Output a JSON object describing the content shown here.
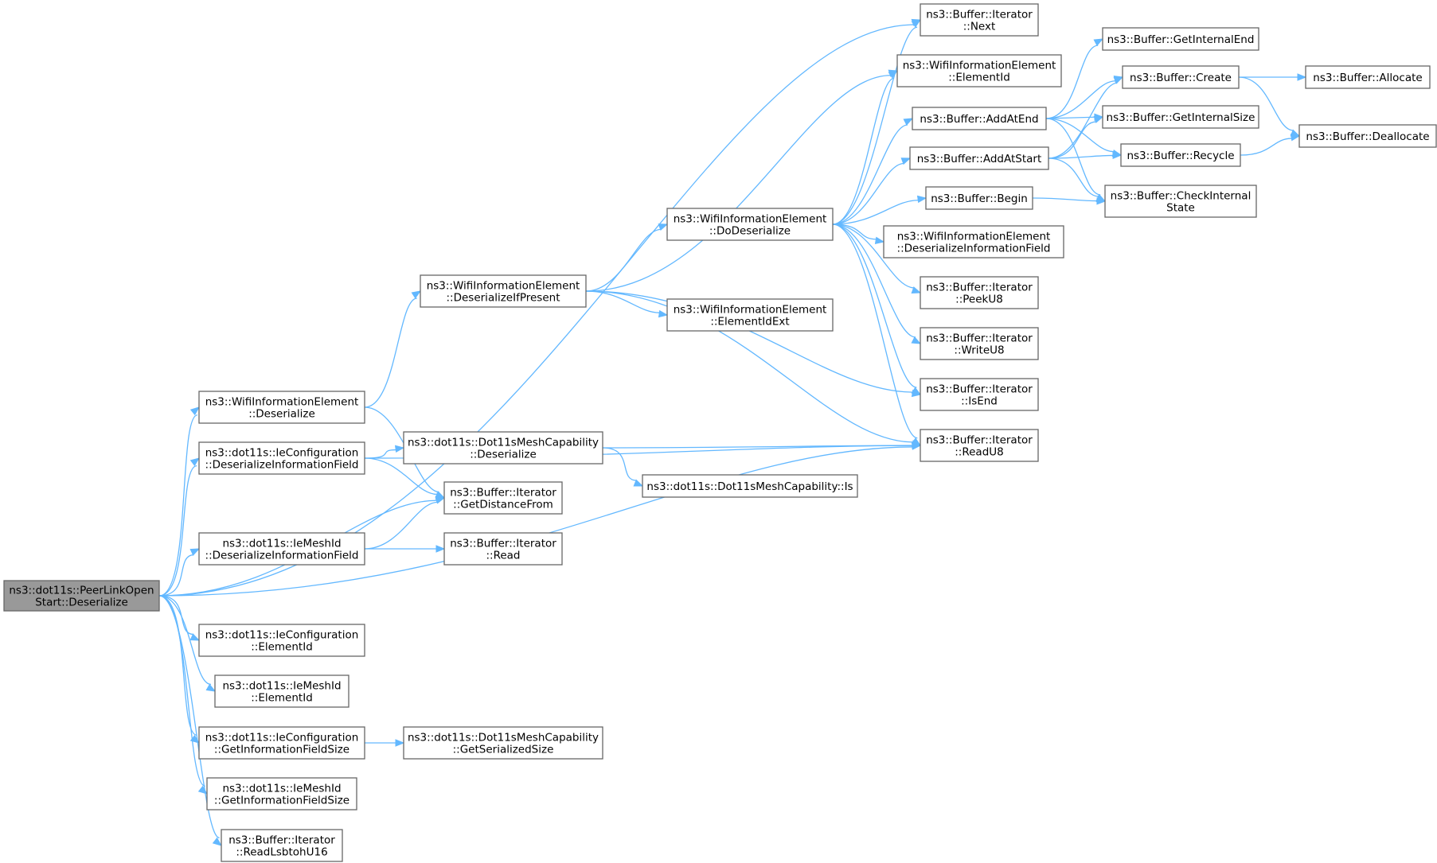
{
  "graph": {
    "title": "",
    "type": "call-graph",
    "colors": {
      "edge": "#63b8ff",
      "node_border": "#666666",
      "root_fill": "#999999",
      "node_fill": "#ffffff"
    },
    "nodes": [
      {
        "id": "root",
        "lines": [
          "ns3::dot11s::PeerLinkOpen",
          "Start::Deserialize"
        ],
        "highlighted": true
      },
      {
        "id": "wie_deserialize",
        "lines": [
          "ns3::WifiInformationElement",
          "::Deserialize"
        ]
      },
      {
        "id": "iecfg_dif",
        "lines": [
          "ns3::dot11s::IeConfiguration",
          "::DeserializeInformationField"
        ]
      },
      {
        "id": "iemesh_dif",
        "lines": [
          "ns3::dot11s::IeMeshId",
          "::DeserializeInformationField"
        ]
      },
      {
        "id": "iecfg_eid",
        "lines": [
          "ns3::dot11s::IeConfiguration",
          "::ElementId"
        ]
      },
      {
        "id": "iemesh_eid",
        "lines": [
          "ns3::dot11s::IeMeshId",
          "::ElementId"
        ]
      },
      {
        "id": "iecfg_gifs",
        "lines": [
          "ns3::dot11s::IeConfiguration",
          "::GetInformationFieldSize"
        ]
      },
      {
        "id": "iemesh_gifs",
        "lines": [
          "ns3::dot11s::IeMeshId",
          "::GetInformationFieldSize"
        ]
      },
      {
        "id": "it_readlsb",
        "lines": [
          "ns3::Buffer::Iterator",
          "::ReadLsbtohU16"
        ]
      },
      {
        "id": "wie_dip",
        "lines": [
          "ns3::WifiInformationElement",
          "::DeserializeIfPresent"
        ]
      },
      {
        "id": "mcap_deser",
        "lines": [
          "ns3::dot11s::Dot11sMeshCapability",
          "::Deserialize"
        ]
      },
      {
        "id": "it_getdist",
        "lines": [
          "ns3::Buffer::Iterator",
          "::GetDistanceFrom"
        ]
      },
      {
        "id": "it_read",
        "lines": [
          "ns3::Buffer::Iterator",
          "::Read"
        ]
      },
      {
        "id": "mcap_gss",
        "lines": [
          "ns3::dot11s::Dot11sMeshCapability",
          "::GetSerializedSize"
        ]
      },
      {
        "id": "wie_dodeser",
        "lines": [
          "ns3::WifiInformationElement",
          "::DoDeserialize"
        ]
      },
      {
        "id": "wie_eidext",
        "lines": [
          "ns3::WifiInformationElement",
          "::ElementIdExt"
        ]
      },
      {
        "id": "mcap_is",
        "lines": [
          "ns3::dot11s::Dot11sMeshCapability::Is"
        ]
      },
      {
        "id": "it_next",
        "lines": [
          "ns3::Buffer::Iterator",
          "::Next"
        ]
      },
      {
        "id": "wie_eid",
        "lines": [
          "ns3::WifiInformationElement",
          "::ElementId"
        ]
      },
      {
        "id": "buf_addatend",
        "lines": [
          "ns3::Buffer::AddAtEnd"
        ]
      },
      {
        "id": "buf_addatstart",
        "lines": [
          "ns3::Buffer::AddAtStart"
        ]
      },
      {
        "id": "buf_begin",
        "lines": [
          "ns3::Buffer::Begin"
        ]
      },
      {
        "id": "wie_dif",
        "lines": [
          "ns3::WifiInformationElement",
          "::DeserializeInformationField"
        ]
      },
      {
        "id": "it_peeku8",
        "lines": [
          "ns3::Buffer::Iterator",
          "::PeekU8"
        ]
      },
      {
        "id": "it_writeu8",
        "lines": [
          "ns3::Buffer::Iterator",
          "::WriteU8"
        ]
      },
      {
        "id": "it_isend",
        "lines": [
          "ns3::Buffer::Iterator",
          "::IsEnd"
        ]
      },
      {
        "id": "it_readu8",
        "lines": [
          "ns3::Buffer::Iterator",
          "::ReadU8"
        ]
      },
      {
        "id": "buf_getinternalend",
        "lines": [
          "ns3::Buffer::GetInternalEnd"
        ]
      },
      {
        "id": "buf_create",
        "lines": [
          "ns3::Buffer::Create"
        ]
      },
      {
        "id": "buf_getinternalsize",
        "lines": [
          "ns3::Buffer::GetInternalSize"
        ]
      },
      {
        "id": "buf_recycle",
        "lines": [
          "ns3::Buffer::Recycle"
        ]
      },
      {
        "id": "buf_checkinternal",
        "lines": [
          "ns3::Buffer::CheckInternal",
          "State"
        ]
      },
      {
        "id": "buf_allocate",
        "lines": [
          "ns3::Buffer::Allocate"
        ]
      },
      {
        "id": "buf_deallocate",
        "lines": [
          "ns3::Buffer::Deallocate"
        ]
      }
    ],
    "edges": [
      [
        "root",
        "it_next"
      ],
      [
        "root",
        "wie_deserialize"
      ],
      [
        "root",
        "iecfg_dif"
      ],
      [
        "root",
        "it_getdist"
      ],
      [
        "root",
        "iemesh_dif"
      ],
      [
        "root",
        "it_readu8"
      ],
      [
        "root",
        "iecfg_eid"
      ],
      [
        "root",
        "iemesh_eid"
      ],
      [
        "root",
        "iecfg_gifs"
      ],
      [
        "root",
        "iemesh_gifs"
      ],
      [
        "root",
        "it_readlsb"
      ],
      [
        "wie_deserialize",
        "wie_dip"
      ],
      [
        "wie_deserialize",
        "it_getdist"
      ],
      [
        "iecfg_dif",
        "mcap_deser"
      ],
      [
        "iecfg_dif",
        "it_readu8"
      ],
      [
        "iecfg_dif",
        "it_getdist"
      ],
      [
        "iemesh_dif",
        "it_getdist"
      ],
      [
        "iemesh_dif",
        "it_read"
      ],
      [
        "iecfg_gifs",
        "mcap_gss"
      ],
      [
        "wie_dip",
        "wie_eid"
      ],
      [
        "wie_dip",
        "wie_dodeser"
      ],
      [
        "wie_dip",
        "wie_eidext"
      ],
      [
        "wie_dip",
        "it_isend"
      ],
      [
        "wie_dip",
        "it_readu8"
      ],
      [
        "mcap_deser",
        "it_readu8"
      ],
      [
        "mcap_deser",
        "mcap_is"
      ],
      [
        "wie_dodeser",
        "it_next"
      ],
      [
        "wie_dodeser",
        "wie_eid"
      ],
      [
        "wie_dodeser",
        "buf_addatend"
      ],
      [
        "wie_dodeser",
        "buf_addatstart"
      ],
      [
        "wie_dodeser",
        "buf_begin"
      ],
      [
        "wie_dodeser",
        "wie_dif"
      ],
      [
        "wie_dodeser",
        "it_peeku8"
      ],
      [
        "wie_dodeser",
        "it_writeu8"
      ],
      [
        "wie_dodeser",
        "it_isend"
      ],
      [
        "wie_dodeser",
        "it_readu8"
      ],
      [
        "buf_addatend",
        "buf_getinternalend"
      ],
      [
        "buf_addatend",
        "buf_create"
      ],
      [
        "buf_addatend",
        "buf_getinternalsize"
      ],
      [
        "buf_addatend",
        "buf_recycle"
      ],
      [
        "buf_addatend",
        "buf_checkinternal"
      ],
      [
        "buf_addatstart",
        "buf_create"
      ],
      [
        "buf_addatstart",
        "buf_getinternalsize"
      ],
      [
        "buf_addatstart",
        "buf_recycle"
      ],
      [
        "buf_addatstart",
        "buf_checkinternal"
      ],
      [
        "buf_begin",
        "buf_checkinternal"
      ],
      [
        "buf_create",
        "buf_allocate"
      ],
      [
        "buf_create",
        "buf_deallocate"
      ],
      [
        "buf_recycle",
        "buf_deallocate"
      ]
    ]
  }
}
